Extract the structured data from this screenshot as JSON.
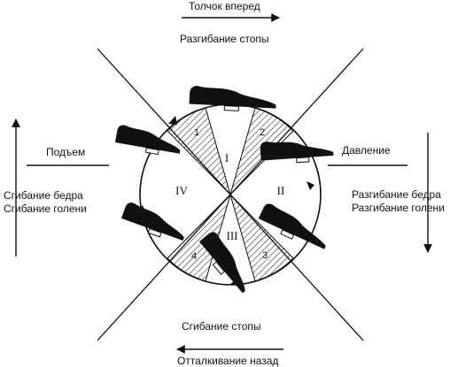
{
  "labels": {
    "push_forward": "Толчок вперед",
    "foot_extension": "Разгибание стопы",
    "lift": "Подъем",
    "hip_flexion": "Сгибание бедра",
    "shin_flexion": "Сгибание голени",
    "pressure": "Давление",
    "hip_extension": "Разгибание бедра",
    "shin_extension": "Разгибание голени",
    "foot_flexion": "Сгибание стопы",
    "push_back": "Отталкивание назад"
  },
  "quadrants": [
    "I",
    "II",
    "III",
    "IV"
  ],
  "dead_zones": [
    "1",
    "2",
    "3",
    "4"
  ]
}
